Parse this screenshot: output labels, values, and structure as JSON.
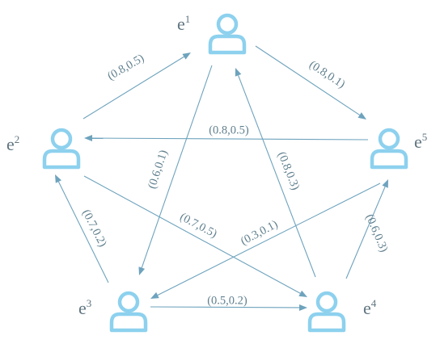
{
  "colors": {
    "icon": "#8dd1ee",
    "arrow": "#6ea3bd",
    "text": "#5f7f8e"
  },
  "nodes": [
    {
      "id": "e1",
      "base": "e",
      "sup": "1",
      "icon": "user-icon"
    },
    {
      "id": "e2",
      "base": "e",
      "sup": "2",
      "icon": "user-icon"
    },
    {
      "id": "e3",
      "base": "e",
      "sup": "3",
      "icon": "user-icon"
    },
    {
      "id": "e4",
      "base": "e",
      "sup": "4",
      "icon": "user-icon"
    },
    {
      "id": "e5",
      "base": "e",
      "sup": "5",
      "icon": "user-icon"
    }
  ],
  "edges": [
    {
      "from": "e2",
      "to": "e1",
      "label": "(0.8,0.5)"
    },
    {
      "from": "e1",
      "to": "e5",
      "label": "(0.8,0.1)"
    },
    {
      "from": "e5",
      "to": "e2",
      "label": "(0.8,0.5)"
    },
    {
      "from": "e1",
      "to": "e3",
      "label": "(0.6,0.1)"
    },
    {
      "from": "e4",
      "to": "e1",
      "label": "(0.8,0.3)"
    },
    {
      "from": "e3",
      "to": "e2",
      "label": "(0.7,0.2)"
    },
    {
      "from": "e2",
      "to": "e4",
      "label": "(0.7,0.5)"
    },
    {
      "from": "e5",
      "to": "e3",
      "label": "(0.3,0.1)"
    },
    {
      "from": "e4",
      "to": "e5",
      "label": "(0.6,0.3)"
    },
    {
      "from": "e3",
      "to": "e4",
      "label": "(0.5,0.2)"
    }
  ]
}
